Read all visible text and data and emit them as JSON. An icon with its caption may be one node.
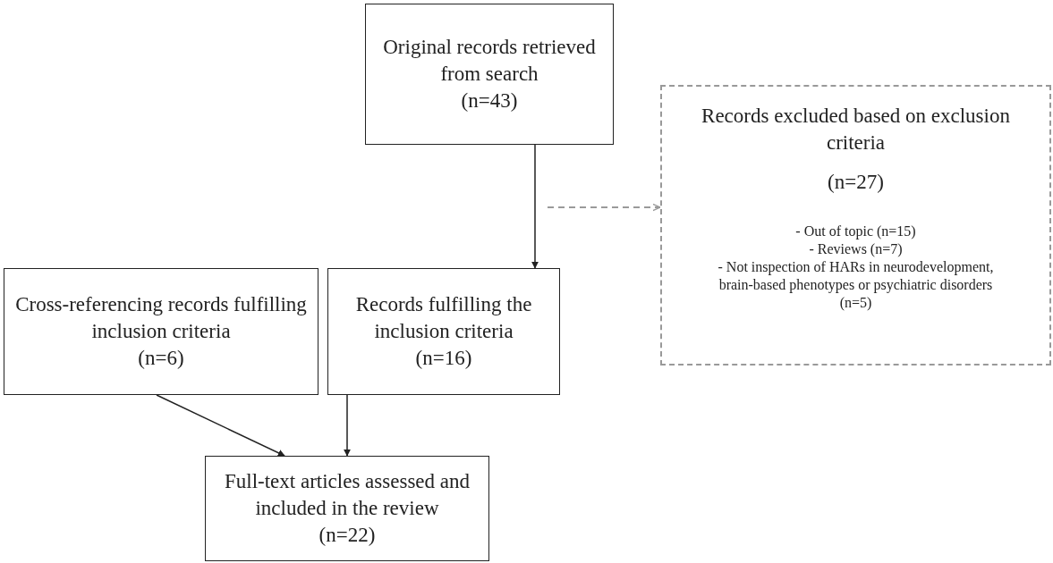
{
  "diagram": {
    "nodes": [
      {
        "text": [
          "Original records retrieved from search",
          "(n=43)"
        ]
      },
      {
        "text": [
          "Records excluded based on exclusion criteria",
          "(n=27)",
          "- Out of topic (n=15)",
          "- Reviews (n=7)",
          "- Not inspection of HARs in neurodevelopment, brain-based phenotypes or psychiatric disorders (n=5)"
        ]
      },
      {
        "text": [
          "Cross-referencing records fulfilling inclusion criteria",
          "(n=6)"
        ]
      },
      {
        "text": [
          "Records fulfilling the inclusion criteria",
          "(n=16)"
        ]
      },
      {
        "text": [
          "Full-text articles assessed and included in the review",
          "(n=22)"
        ]
      }
    ],
    "edges": [
      {
        "from": 0,
        "to": 3,
        "arrow": "to"
      },
      {
        "from": null,
        "to": 1,
        "arrow": "to",
        "style": "dashed",
        "color": "#9a9a9a"
      },
      {
        "from": 2,
        "to": 4,
        "arrow": "to"
      },
      {
        "from": 3,
        "to": 4,
        "arrow": "to"
      }
    ]
  }
}
